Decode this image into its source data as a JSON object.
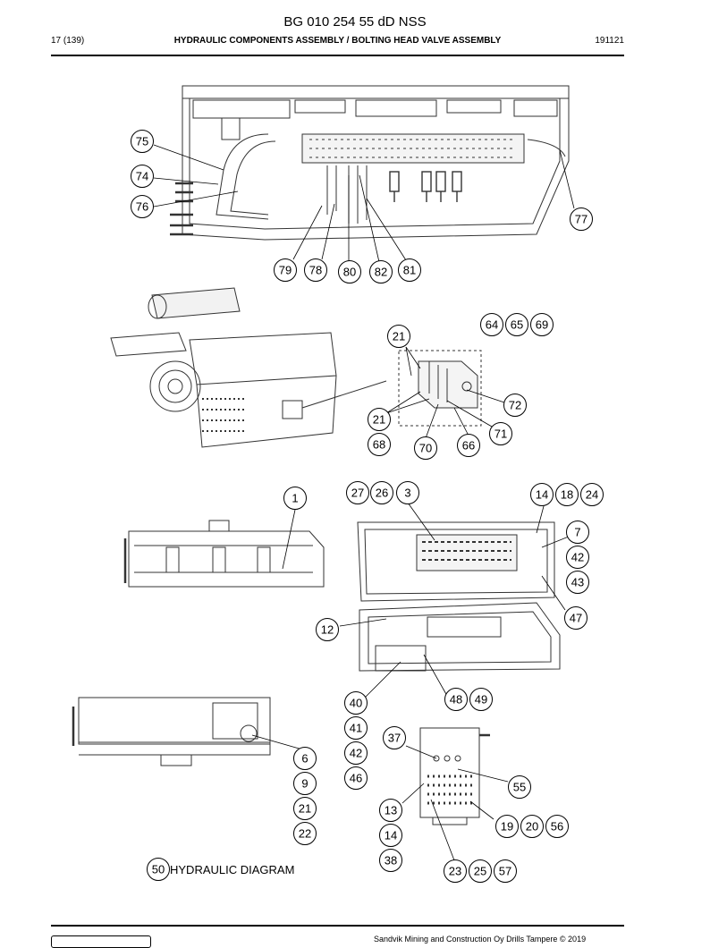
{
  "header": {
    "doc_id": "BG 010 254 55 dD NSS",
    "page": "17 (139)",
    "title": "HYDRAULIC COMPONENTS ASSEMBLY / BOLTING HEAD VALVE ASSEMBLY",
    "date": "191121"
  },
  "footer": {
    "copyright": "Sandvik Mining and Construction Oy Drills Tampere © 2019"
  },
  "diagram_label": "HYDRAULIC DIAGRAM",
  "callouts": [
    {
      "id": "c75",
      "label": "75"
    },
    {
      "id": "c74",
      "label": "74"
    },
    {
      "id": "c76",
      "label": "76"
    },
    {
      "id": "c77",
      "label": "77"
    },
    {
      "id": "c79",
      "label": "79"
    },
    {
      "id": "c78",
      "label": "78"
    },
    {
      "id": "c80",
      "label": "80"
    },
    {
      "id": "c82",
      "label": "82"
    },
    {
      "id": "c81",
      "label": "81"
    },
    {
      "id": "c64",
      "label": "64"
    },
    {
      "id": "c65",
      "label": "65"
    },
    {
      "id": "c69",
      "label": "69"
    },
    {
      "id": "c21a",
      "label": "21"
    },
    {
      "id": "c72",
      "label": "72"
    },
    {
      "id": "c21b",
      "label": "21"
    },
    {
      "id": "c71",
      "label": "71"
    },
    {
      "id": "c68",
      "label": "68"
    },
    {
      "id": "c70",
      "label": "70"
    },
    {
      "id": "c66",
      "label": "66"
    },
    {
      "id": "c1",
      "label": "1"
    },
    {
      "id": "c27",
      "label": "27"
    },
    {
      "id": "c26",
      "label": "26"
    },
    {
      "id": "c3",
      "label": "3"
    },
    {
      "id": "c14a",
      "label": "14"
    },
    {
      "id": "c18",
      "label": "18"
    },
    {
      "id": "c24",
      "label": "24"
    },
    {
      "id": "c7",
      "label": "7"
    },
    {
      "id": "c42a",
      "label": "42"
    },
    {
      "id": "c43",
      "label": "43"
    },
    {
      "id": "c47",
      "label": "47"
    },
    {
      "id": "c12",
      "label": "12"
    },
    {
      "id": "c48",
      "label": "48"
    },
    {
      "id": "c49",
      "label": "49"
    },
    {
      "id": "c40",
      "label": "40"
    },
    {
      "id": "c41",
      "label": "41"
    },
    {
      "id": "c42b",
      "label": "42"
    },
    {
      "id": "c46",
      "label": "46"
    },
    {
      "id": "c37",
      "label": "37"
    },
    {
      "id": "c6",
      "label": "6"
    },
    {
      "id": "c9",
      "label": "9"
    },
    {
      "id": "c21c",
      "label": "21"
    },
    {
      "id": "c22",
      "label": "22"
    },
    {
      "id": "c55",
      "label": "55"
    },
    {
      "id": "c13",
      "label": "13"
    },
    {
      "id": "c14b",
      "label": "14"
    },
    {
      "id": "c38",
      "label": "38"
    },
    {
      "id": "c19",
      "label": "19"
    },
    {
      "id": "c20",
      "label": "20"
    },
    {
      "id": "c56",
      "label": "56"
    },
    {
      "id": "c23",
      "label": "23"
    },
    {
      "id": "c25",
      "label": "25"
    },
    {
      "id": "c57",
      "label": "57"
    },
    {
      "id": "c50",
      "label": "50"
    }
  ]
}
